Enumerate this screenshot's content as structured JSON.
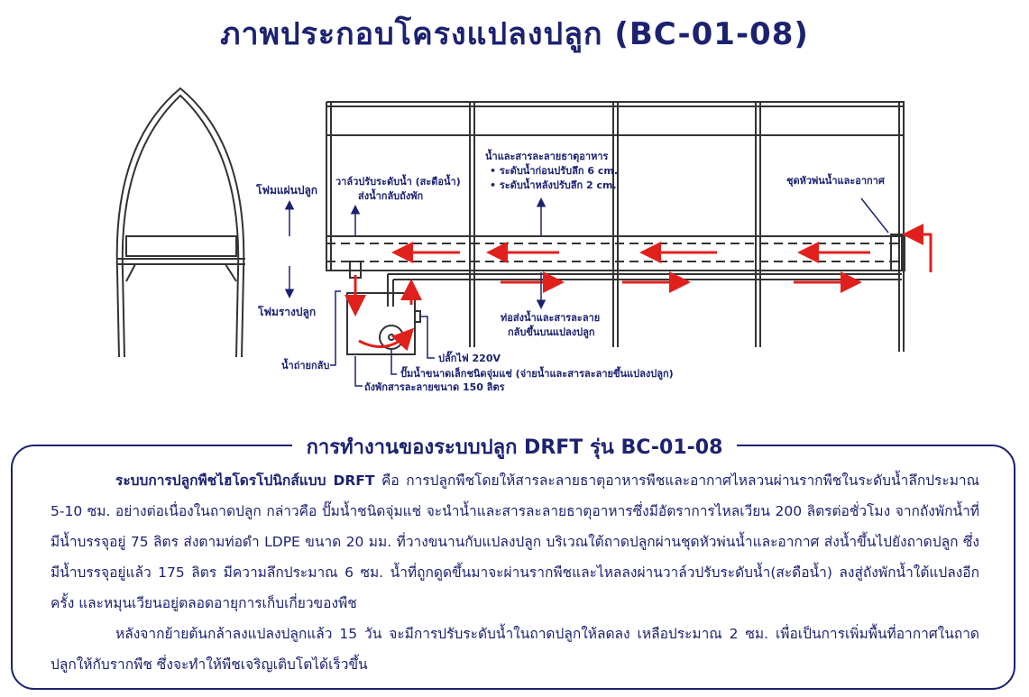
{
  "title": "ภาพประกอบโครงแปลงปลูก (BC-01-08)",
  "labels": {
    "foam_sheet": "โฟมแผ่นปลูก",
    "foam_trough": "โฟมรางปลูก",
    "valve_1": "วาล์วปรับระดับน้ำ (สะดือน้ำ)",
    "valve_2": "ส่งน้ำกลับถังพัก",
    "level_title": "น้ำและสารละลายธาตุอาหาร",
    "level_before": "• ระดับน้ำก่อนปรับลึก 6 cm.",
    "level_after": "• ระดับน้ำหลังปรับลึก 2 cm.",
    "sprayer": "ชุดหัวพ่นน้ำและอากาศ",
    "pipe_1": "ท่อส่งน้ำและสารละลาย",
    "pipe_2": "กลับขึ้นบนแปลงปลูก",
    "plug": "ปลั๊กไฟ 220V",
    "pump": "ปั๊มน้ำขนาดเล็กชนิดจุ่มแช่ (จ่ายน้ำและสารละลายขึ้นแปลงปลูก)",
    "return": "น้ำถ่ายกลับ",
    "tank": "ถังพักสารละลายขนาด 150 ลิตร"
  },
  "section": {
    "heading": "การทำงานของระบบปลูก DRFT รุ่น BC-01-08",
    "p1_lead": "ระบบการปลูกพืชไฮโดรโปนิกส์แบบ DRFT",
    "p1": " คือ การปลูกพืชโดยให้สารละลายธาตุอาหารพืชและอากาศไหลวนผ่านรากพืชในระดับน้ำลึกประมาณ 5-10 ซม. อย่างต่อเนื่องในถาดปลูก กล่าวคือ ปั๊มน้ำชนิดจุ่มแช่ จะนำน้ำและสารละลายธาตุอาหารซึ่งมีอัตราการไหลเวียน 200 ลิตรต่อชั่วโมง จากถังพักน้ำที่มีน้ำบรรจุอยู่ 75 ลิตร ส่งตามท่อดำ LDPE ขนาด 20 มม. ที่วางขนานกับแปลงปลูก บริเวณใต้ถาดปลูกผ่านชุดหัวพ่นน้ำและอากาศ ส่งน้ำขึ้นไปยังถาดปลูก ซึ่งมีน้ำบรรจุอยู่แล้ว 175 ลิตร มีความลึกประมาณ 6 ซม. น้ำที่ถูกดูดขึ้นมาจะผ่านรากพืชและไหลลงผ่านวาล์วปรับระดับน้ำ(สะดือน้ำ) ลงสู่ถังพักน้ำใต้แปลงอีกครั้ง และหมุนเวียนอยู่ตลอดอายุการเก็บเกี่ยวของพืช",
    "p2": "หลังจากย้ายต้นกล้าลงแปลงปลูกแล้ว 15 วัน จะมีการปรับระดับน้ำในถาดปลูกให้ลดลง เหลือประมาณ 2 ซม. เพื่อเป็นการเพิ่มพื้นที่อากาศในถาดปลูกให้กับรากพืช ซึ่งจะทำให้พืชเจริญเติบโตได้เร็วขึ้น"
  },
  "colors": {
    "navy": "#1c2270",
    "red": "#e0201c"
  }
}
